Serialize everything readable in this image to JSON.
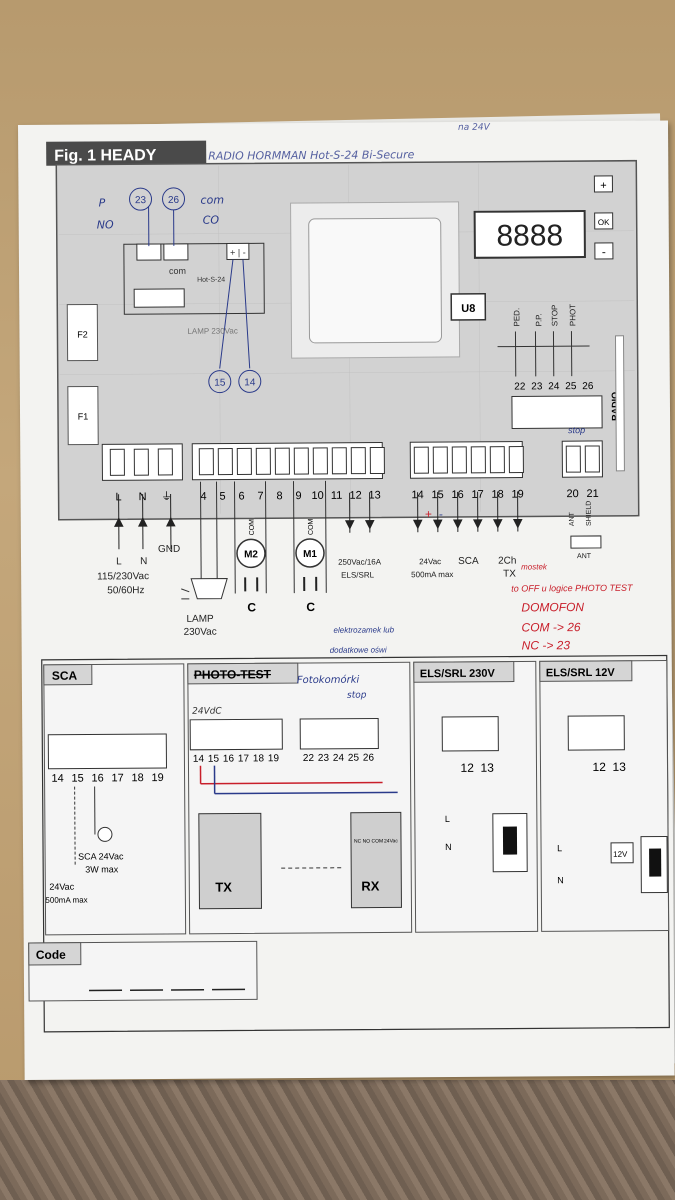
{
  "figure_title": "Fig. 1 HEADY",
  "handwritten_header": "RADIO HORMMAN Hot-S-24 Bi-Secure",
  "handwritten_header_top": "na 24V",
  "display": "8888",
  "buttons": {
    "plus": "+",
    "ok": "OK",
    "minus": "-"
  },
  "chip_label": "U8",
  "fuses": [
    "F2",
    "F1"
  ],
  "lamp_inner": "LAMP\n230Vac",
  "input_labels": [
    "PED.",
    "P.P.",
    "STOP",
    "PHOT"
  ],
  "terminals": {
    "power": [
      "L",
      "N",
      "⏚"
    ],
    "outputs": [
      "4",
      "5",
      "6",
      "7",
      "8",
      "9",
      "10",
      "11",
      "12",
      "13"
    ],
    "aux": [
      "14",
      "15",
      "16",
      "17",
      "18",
      "19"
    ],
    "inputs": [
      "22",
      "23",
      "24",
      "25",
      "26"
    ],
    "antenna": [
      "20",
      "21"
    ]
  },
  "radio_label": "RADIO",
  "receiver": {
    "p_label": "P",
    "no_label": "NO",
    "circle1": "23",
    "circle2": "26",
    "com_label": "com",
    "co_label": "CO",
    "com_inner": "com",
    "model": "Hot-S-24",
    "plus_minus": "+ | -",
    "circle3": "15",
    "circle4": "14"
  },
  "wiring_labels": {
    "l": "L",
    "n": "N",
    "gnd": "GND",
    "mains": "115/230Vac",
    "hz": "50/60Hz",
    "lamp": "LAMP",
    "lamp_v": "230Vac",
    "m2": "M2",
    "m1": "M1",
    "com": "COM",
    "c": "C",
    "els": "250Vac/16A",
    "els2": "ELS/SRL",
    "v24": "24Vac",
    "ma": "500mA max",
    "sca": "SCA",
    "ch2": "2Ch",
    "tx": "TX",
    "ant": "ANT",
    "shield": "SHIELD",
    "ant_conn": "ANT"
  },
  "handwritten_notes": {
    "blue_note1": "elektrozamek lub",
    "blue_note2": "dodatkowe oświ",
    "red_stop": "stop",
    "red_bridge": "mostek",
    "red_line1": "to OFF u logice PHOTO TEST",
    "red_line2": "DOMOFON",
    "red_line3": "COM -> 26",
    "red_line4": "NC -> 23",
    "photo_test_note": "Fotokomórki",
    "photo_test_stop": "stop",
    "v24dc": "24VdC"
  },
  "panels": {
    "sca": {
      "title": "SCA",
      "terms": [
        "14",
        "15",
        "16",
        "17",
        "18",
        "19"
      ],
      "lamp": "SCA 24Vac",
      "lamp2": "3W max",
      "v24": "24Vac",
      "ma": "500mA max"
    },
    "photo": {
      "title": "PHOTO-TEST",
      "terms_left": [
        "14",
        "15",
        "16",
        "17",
        "18",
        "19"
      ],
      "terms_right": [
        "22",
        "23",
        "24",
        "25",
        "26"
      ],
      "tx": "TX",
      "rx": "RX",
      "v24": "24Vac",
      "nc": "NC NO COM"
    },
    "els230": {
      "title": "ELS/SRL 230V",
      "terms": [
        "12",
        "13"
      ],
      "l": "L",
      "n": "N"
    },
    "els12": {
      "title": "ELS/SRL 12V",
      "terms": [
        "12",
        "13"
      ],
      "l": "L",
      "n": "N",
      "v": "12V"
    }
  },
  "code": {
    "label": "Code"
  }
}
